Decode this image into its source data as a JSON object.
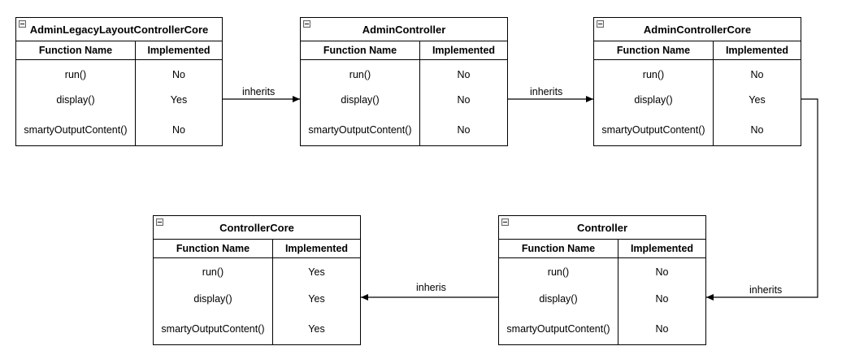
{
  "columns": {
    "function_name": "Function Name",
    "implemented": "Implemented"
  },
  "nodes": [
    {
      "id": "AdminLegacyLayoutControllerCore",
      "title": "AdminLegacyLayoutControllerCore",
      "rows": [
        [
          "run()",
          "No"
        ],
        [
          "display()",
          "Yes"
        ],
        [
          "smartyOutputContent()",
          "No"
        ]
      ]
    },
    {
      "id": "AdminController",
      "title": "AdminController",
      "rows": [
        [
          "run()",
          "No"
        ],
        [
          "display()",
          "No"
        ],
        [
          "smartyOutputContent()",
          "No"
        ]
      ]
    },
    {
      "id": "AdminControllerCore",
      "title": "AdminControllerCore",
      "rows": [
        [
          "run()",
          "No"
        ],
        [
          "display()",
          "Yes"
        ],
        [
          "smartyOutputContent()",
          "No"
        ]
      ]
    },
    {
      "id": "Controller",
      "title": "Controller",
      "rows": [
        [
          "run()",
          "No"
        ],
        [
          "display()",
          "No"
        ],
        [
          "smartyOutputContent()",
          "No"
        ]
      ]
    },
    {
      "id": "ControllerCore",
      "title": "ControllerCore",
      "rows": [
        [
          "run()",
          "Yes"
        ],
        [
          "display()",
          "Yes"
        ],
        [
          "smartyOutputContent()",
          "Yes"
        ]
      ]
    }
  ],
  "edges": [
    {
      "from": "AdminLegacyLayoutControllerCore",
      "to": "AdminController",
      "label": "inherits"
    },
    {
      "from": "AdminController",
      "to": "AdminControllerCore",
      "label": "inherits"
    },
    {
      "from": "AdminControllerCore",
      "to": "Controller",
      "label": "inherits"
    },
    {
      "from": "Controller",
      "to": "ControllerCore",
      "label": "inheris"
    }
  ]
}
